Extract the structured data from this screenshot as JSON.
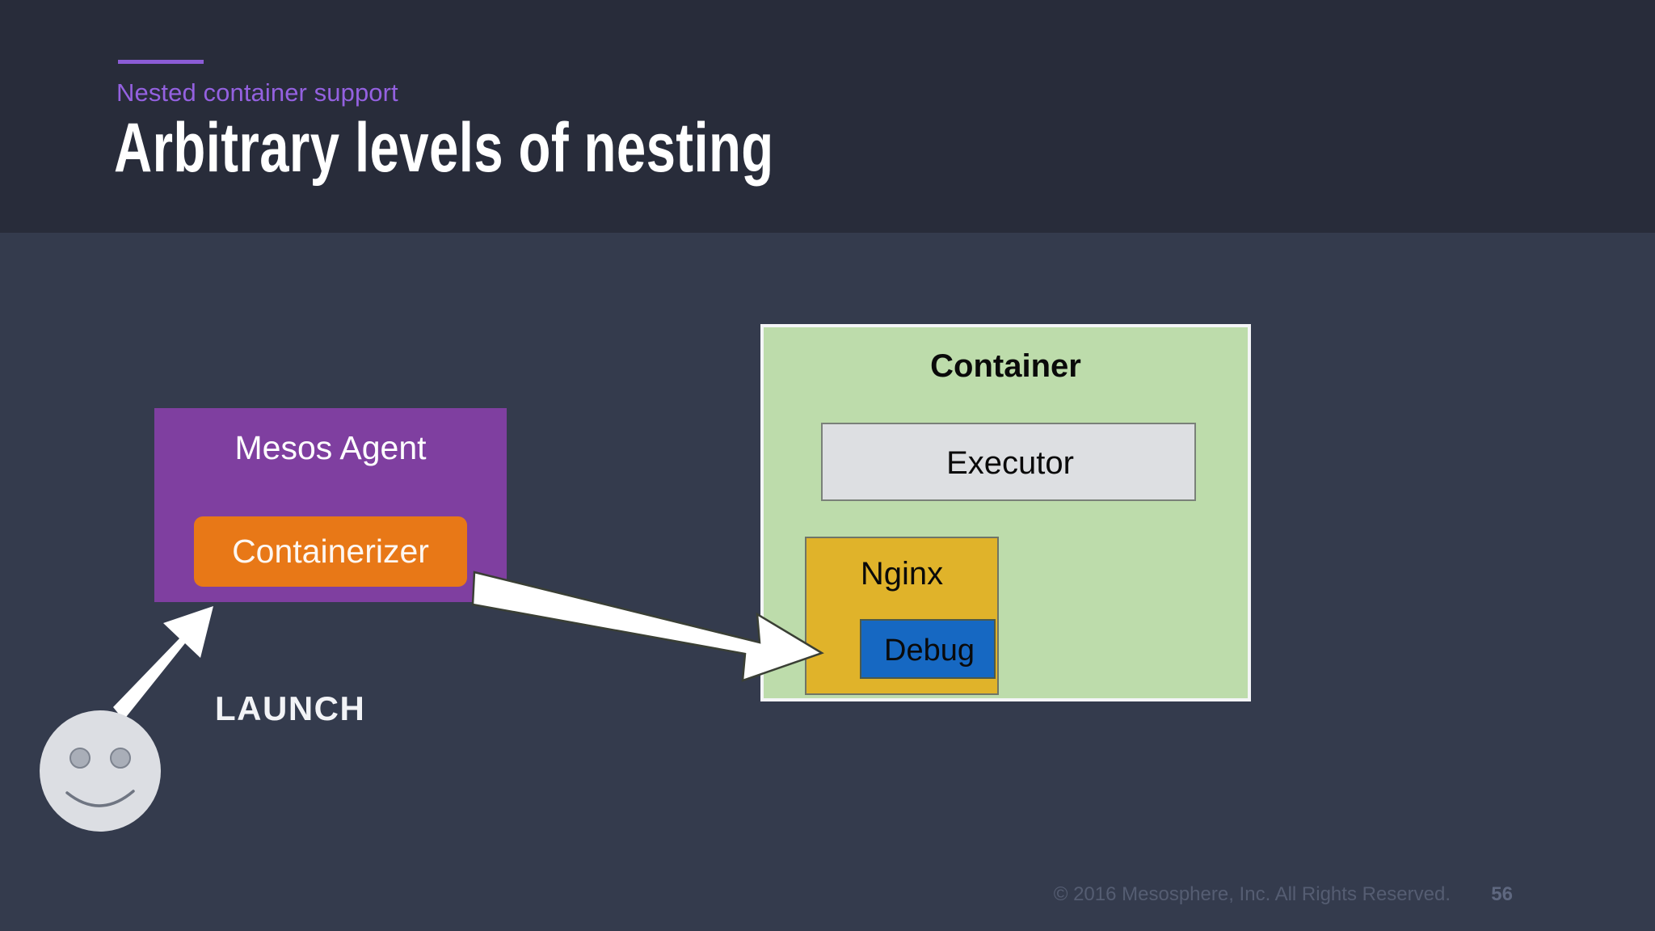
{
  "slide": {
    "eyebrow": "Nested container support",
    "title": "Arbitrary levels of nesting",
    "background_color": "#343b4d",
    "header_color": "#282c3a",
    "accent_color": "#8b5cd6"
  },
  "diagram": {
    "mesos_agent": {
      "label": "Mesos Agent",
      "color": "#7f3fa0",
      "containerizer": {
        "label": "Containerizer",
        "color": "#e87817"
      }
    },
    "container": {
      "label": "Container",
      "color": "#bddcab",
      "executor": {
        "label": "Executor",
        "color": "#dddfe2"
      },
      "nginx": {
        "label": "Nginx",
        "color": "#e0b32a",
        "debug": {
          "label": "Debug",
          "color": "#1668c2"
        }
      }
    },
    "launch": {
      "label": "LAUNCH",
      "arrow_color": "#ffffff"
    },
    "actor": {
      "icon": "smiley-face-icon",
      "color": "#dcdee3"
    }
  },
  "footer": {
    "copyright": "© 2016 Mesosphere, Inc. All Rights Reserved.",
    "page_number": "56"
  }
}
